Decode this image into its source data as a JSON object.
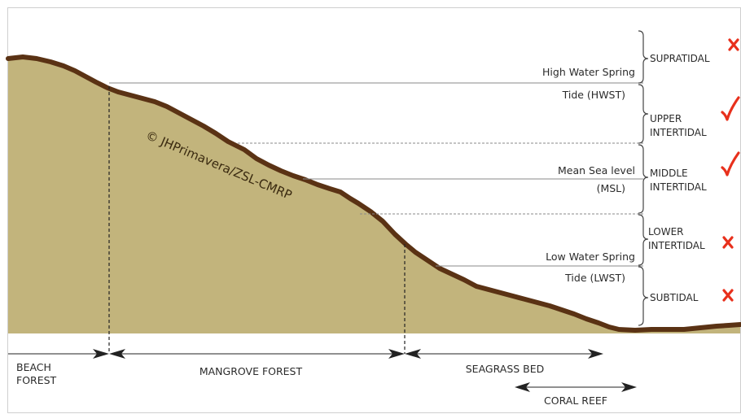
{
  "watermark": "© JHPrimavera/ZSL-CMRP",
  "colors": {
    "slope_fill": "#c2b47c",
    "ground_line": "#5a3214",
    "guide_line": "#8a8a8a",
    "cross_red": "#e8301c",
    "check_red": "#e8301c",
    "text": "#2b2b2b"
  },
  "tide_labels": {
    "hws_line1": "High Water Spring",
    "hws_line2": "Tide (HWST)",
    "msl_line1": "Mean Sea level",
    "msl_line2": "(MSL)",
    "lws_line1": "Low Water Spring",
    "lws_line2": "Tide (LWST)"
  },
  "zones": [
    {
      "line1": "SUPRATIDAL",
      "line2": "",
      "suitable": false
    },
    {
      "line1": "UPPER",
      "line2": "INTERTIDAL",
      "suitable": true
    },
    {
      "line1": "MIDDLE",
      "line2": "INTERTIDAL",
      "suitable": true
    },
    {
      "line1": "LOWER",
      "line2": "INTERTIDAL",
      "suitable": false
    },
    {
      "line1": "SUBTIDAL",
      "line2": "",
      "suitable": false
    }
  ],
  "habitats": {
    "beach_line1": "BEACH",
    "beach_line2": "FOREST",
    "mangrove": "MANGROVE FOREST",
    "seagrass": "SEAGRASS BED",
    "coral": "CORAL REEF"
  },
  "marks": {
    "cross_icon": "red-cross-icon",
    "check_icon": "red-check-icon"
  }
}
